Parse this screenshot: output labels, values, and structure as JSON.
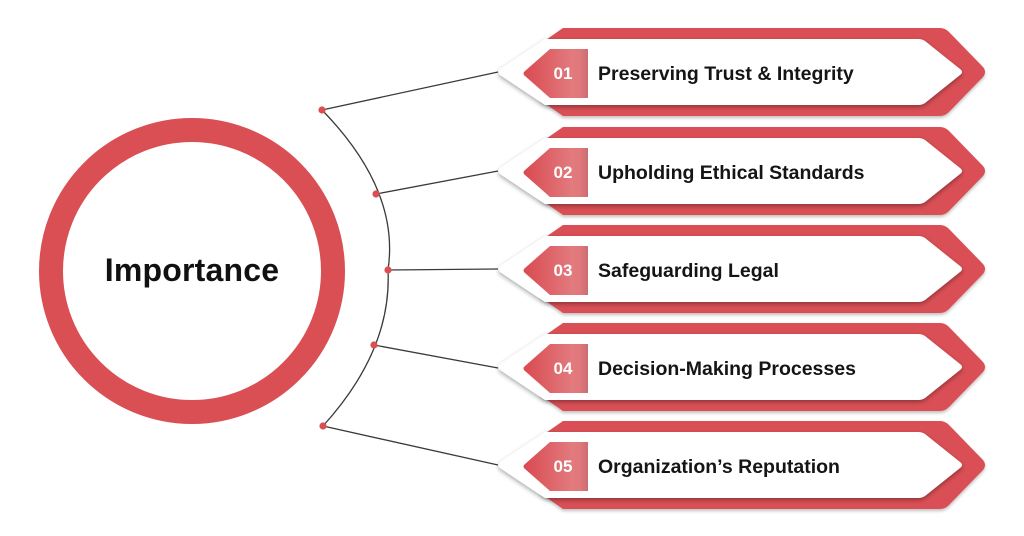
{
  "center": {
    "label": "Importance",
    "ring_color": "#d94f54"
  },
  "colors": {
    "accent": "#d94f54",
    "accent_light": "#e27a7e",
    "text": "#151515",
    "connector": "#3a3a3a"
  },
  "items": [
    {
      "number": "01",
      "label": "Preserving Trust & Integrity"
    },
    {
      "number": "02",
      "label": "Upholding Ethical Standards"
    },
    {
      "number": "03",
      "label": "Safeguarding Legal"
    },
    {
      "number": "04",
      "label": "Decision-Making Processes"
    },
    {
      "number": "05",
      "label": "Organization’s Reputation"
    }
  ]
}
